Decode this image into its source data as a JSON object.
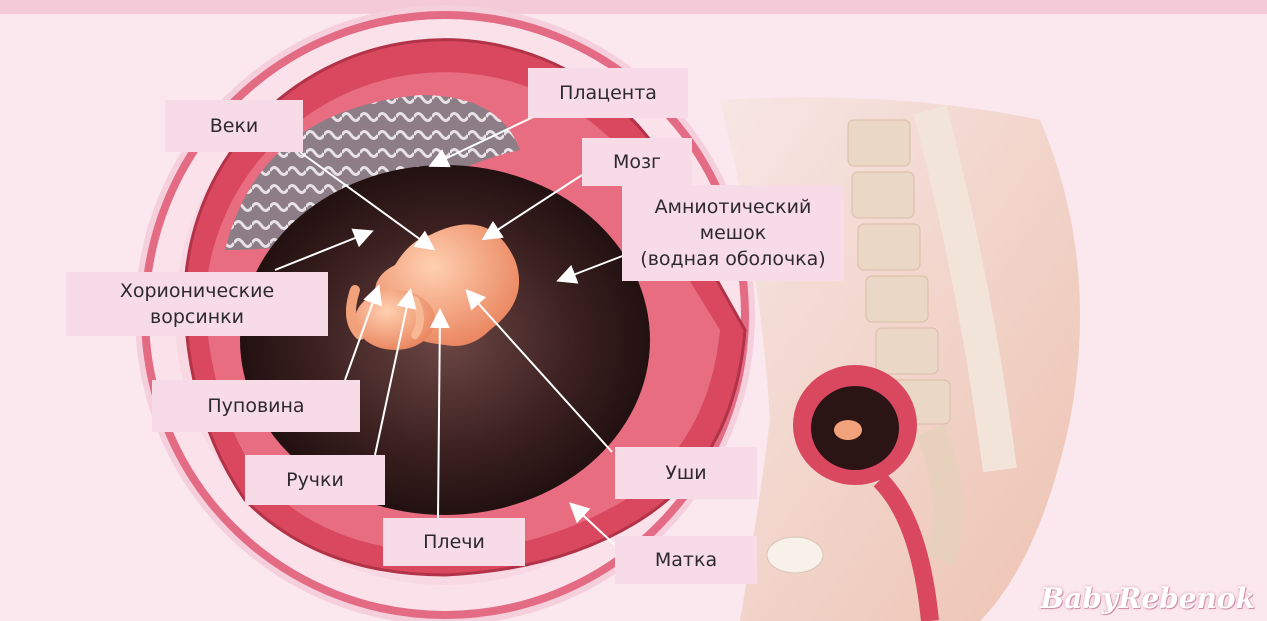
{
  "labels": {
    "eyelids": "Веки",
    "placenta": "Плацента",
    "brain": "Мозг",
    "amniotic_sac": "Амниотический\nмешок\n(водная оболочка)",
    "chorionic_villi": "Хорионические\nворсинки",
    "umbilical_cord": "Пуповина",
    "hands": "Ручки",
    "shoulders": "Плечи",
    "ears": "Уши",
    "uterus": "Матка"
  },
  "watermark": "BabyRebenok",
  "colors": {
    "background": "#fbe7ee",
    "label_bg": "#f7dbe6",
    "uterus_wall": "#d9485f",
    "amniotic_fluid": "#2a1414",
    "embryo": "#f2a27a",
    "body_skin": "#f0c8b4",
    "spine": "#ead7c6"
  }
}
